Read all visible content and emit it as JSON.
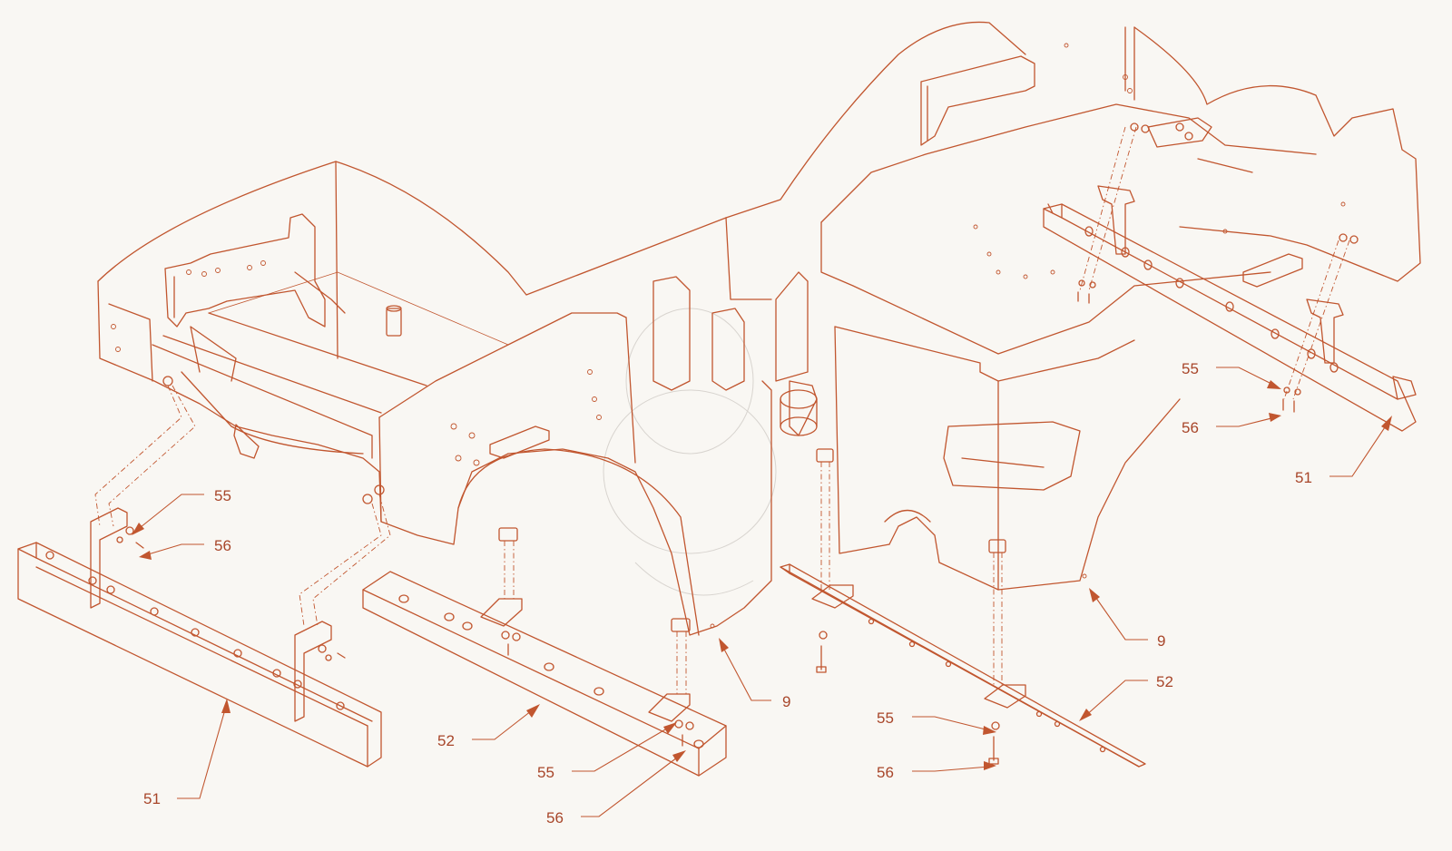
{
  "diagram": {
    "accent_color": "#c1562f",
    "background_color": "#f9f7f3",
    "callouts": [
      {
        "id": "c51_left",
        "label": "51"
      },
      {
        "id": "c52_mid",
        "label": "52"
      },
      {
        "id": "c55_left",
        "label": "55"
      },
      {
        "id": "c56_left",
        "label": "56"
      },
      {
        "id": "c55_mid",
        "label": "55"
      },
      {
        "id": "c56_mid",
        "label": "56"
      },
      {
        "id": "c9_mid",
        "label": "9"
      },
      {
        "id": "c55_right",
        "label": "55"
      },
      {
        "id": "c56_right",
        "label": "56"
      },
      {
        "id": "c52_right",
        "label": "52"
      },
      {
        "id": "c9_right",
        "label": "9"
      },
      {
        "id": "c55_upright",
        "label": "55"
      },
      {
        "id": "c56_upright",
        "label": "56"
      },
      {
        "id": "c51_right",
        "label": "51"
      }
    ]
  }
}
